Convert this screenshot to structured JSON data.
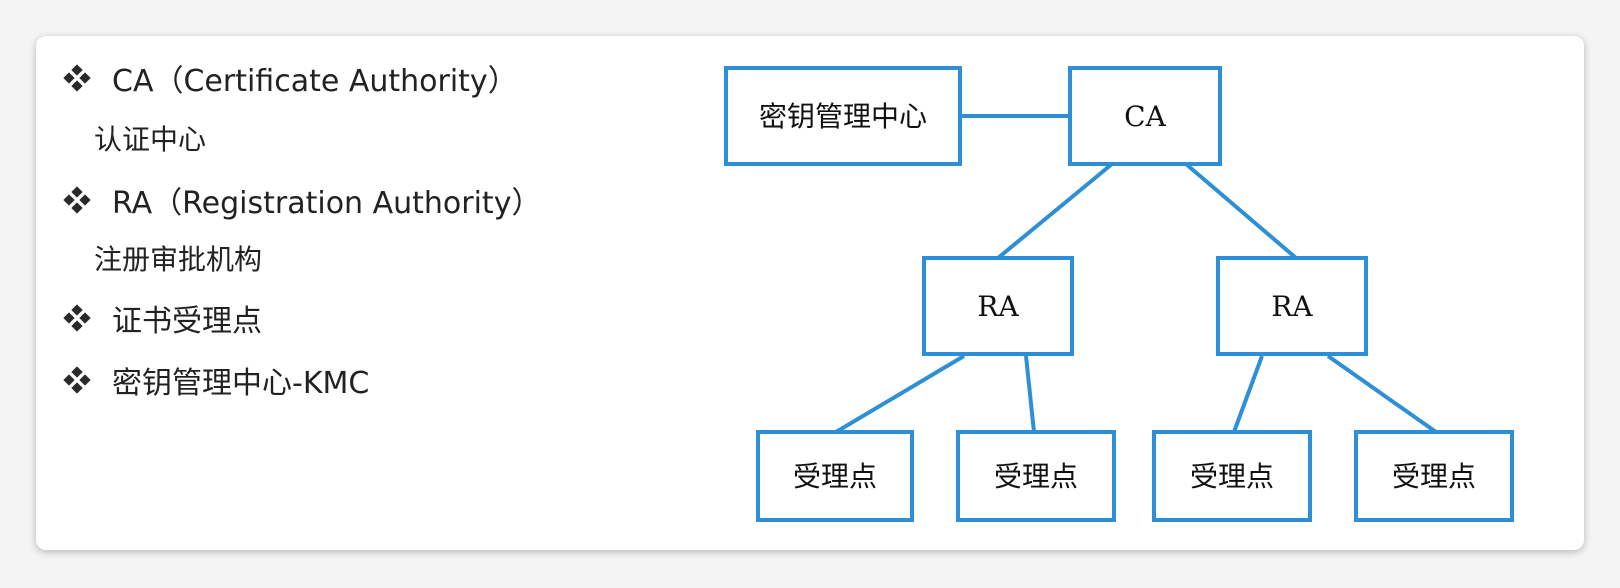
{
  "left": {
    "items": [
      {
        "title": "CA（Certificate Authority）",
        "sub": "认证中心"
      },
      {
        "title": "RA（Registration Authority）",
        "sub": "注册审批机构"
      },
      {
        "title": "证书受理点",
        "sub": ""
      },
      {
        "title": "密钥管理中心-KMC",
        "sub": ""
      }
    ]
  },
  "diagram": {
    "kmc": "密钥管理中心",
    "ca": "CA",
    "ra_left": "RA",
    "ra_right": "RA",
    "points": [
      "受理点",
      "受理点",
      "受理点",
      "受理点"
    ],
    "line_color": "#2d8fd5"
  }
}
